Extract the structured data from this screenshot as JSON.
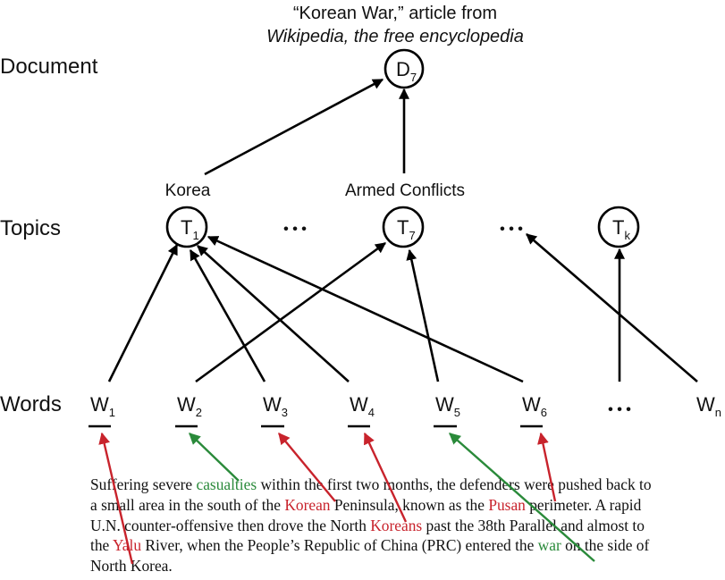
{
  "document": {
    "title_line1": "“Korean War,” article from",
    "title_line2": "Wikipedia, the free encyclopedia",
    "node": {
      "base": "D",
      "sub": "7"
    }
  },
  "layers": {
    "document": "Document",
    "topics": "Topics",
    "words": "Words"
  },
  "topics": [
    {
      "base": "T",
      "sub": "1",
      "label": "Korea"
    },
    {
      "base": "T",
      "sub": "7",
      "label": "Armed Conflicts"
    },
    {
      "base": "T",
      "sub": "k",
      "label": ""
    }
  ],
  "ellipsis": "• • •",
  "words": [
    {
      "base": "W",
      "sub": "1"
    },
    {
      "base": "W",
      "sub": "2"
    },
    {
      "base": "W",
      "sub": "3"
    },
    {
      "base": "W",
      "sub": "4"
    },
    {
      "base": "W",
      "sub": "5"
    },
    {
      "base": "W",
      "sub": "6"
    },
    {
      "base": "W",
      "sub": "n"
    }
  ],
  "passage": {
    "lines": [
      [
        {
          "t": "Suffering severe "
        },
        {
          "t": "casualties",
          "c": "green"
        },
        {
          "t": " within the first two months, the defenders were pushed back to"
        }
      ],
      [
        {
          "t": "a small area in the south of the "
        },
        {
          "t": "Korean",
          "c": "red"
        },
        {
          "t": " Peninsula, known as the "
        },
        {
          "t": "Pusan",
          "c": "red"
        },
        {
          "t": " perimeter. A rapid"
        }
      ],
      [
        {
          "t": "U.N. counter-offensive then drove the North "
        },
        {
          "t": "Koreans",
          "c": "red"
        },
        {
          "t": " past the 38th Parallel and almost to"
        }
      ],
      [
        {
          "t": "the "
        },
        {
          "t": "Yalu",
          "c": "red"
        },
        {
          "t": " River, when the People’s Republic of China (PRC) entered the "
        },
        {
          "t": "war",
          "c": "green"
        },
        {
          "t": " on the side of"
        }
      ],
      [
        {
          "t": "North Korea."
        }
      ]
    ]
  },
  "colors": {
    "red": "#c8232c",
    "green": "#2a8a3a",
    "ink": "#000000"
  }
}
